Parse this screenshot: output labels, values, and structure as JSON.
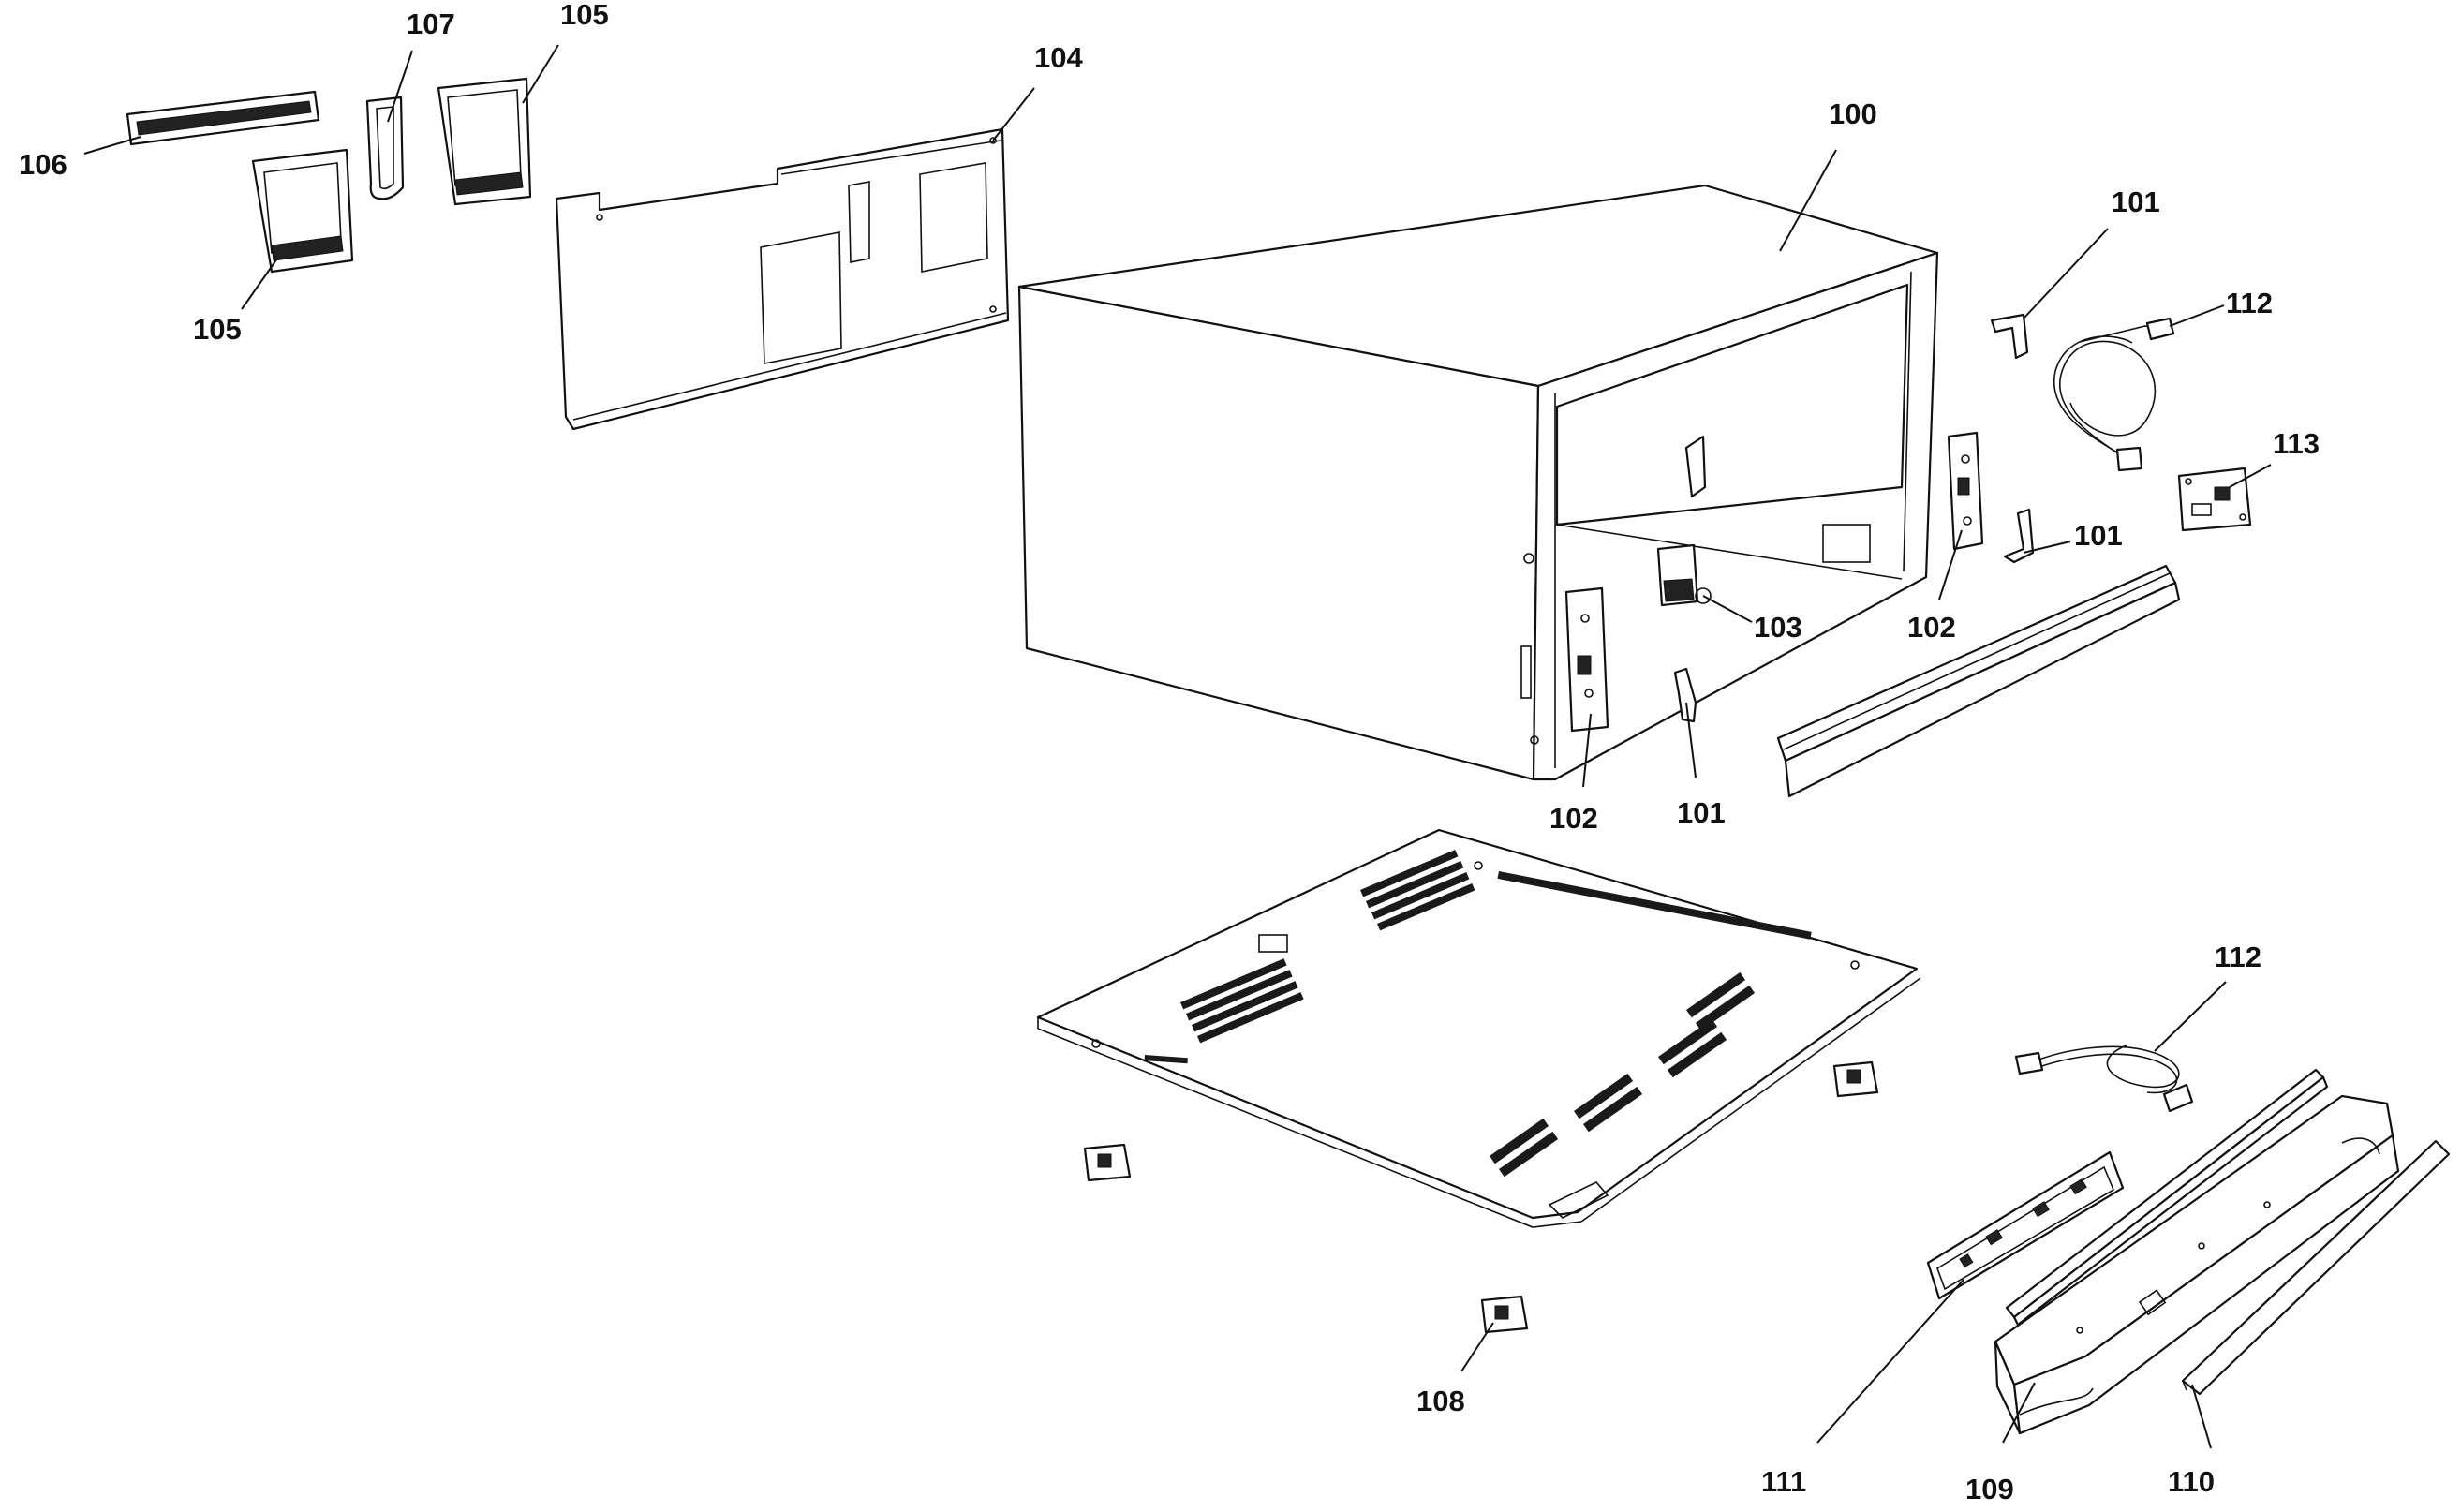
{
  "labels": {
    "l100": "100",
    "l101a": "101",
    "l101b": "101",
    "l101c": "101",
    "l102a": "102",
    "l102b": "102",
    "l103": "103",
    "l104": "104",
    "l105a": "105",
    "l105b": "105",
    "l106": "106",
    "l107": "107",
    "l108": "108",
    "l109": "109",
    "l110": "110",
    "l111": "111",
    "l112a": "112",
    "l112b": "112",
    "l113": "113"
  }
}
